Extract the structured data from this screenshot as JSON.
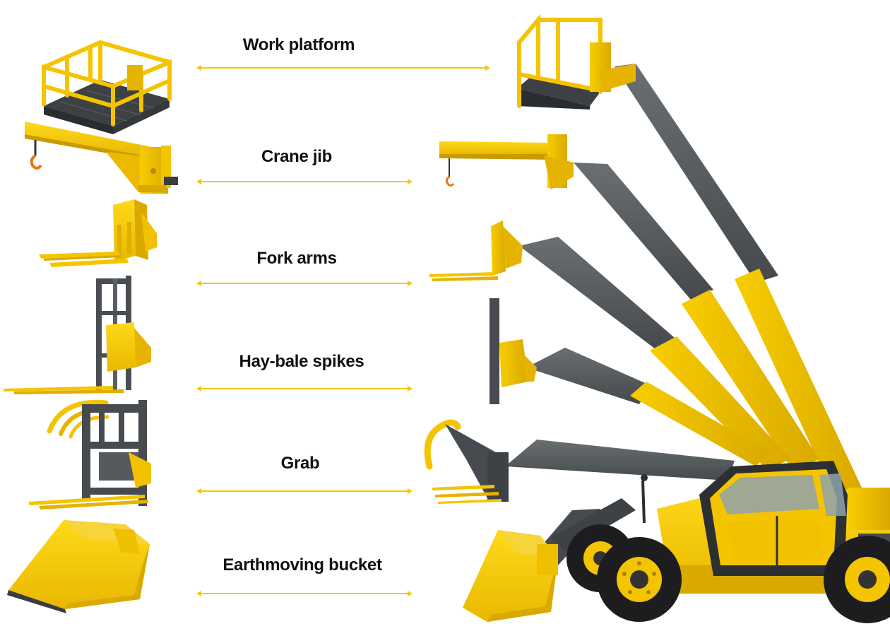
{
  "attachments": [
    {
      "id": "work-platform",
      "label": "Work platform"
    },
    {
      "id": "crane-jib",
      "label": "Crane jib"
    },
    {
      "id": "fork-arms",
      "label": "Fork arms"
    },
    {
      "id": "hay-bale-spikes",
      "label": "Hay-bale spikes"
    },
    {
      "id": "grab",
      "label": "Grab"
    },
    {
      "id": "earthmoving-bucket",
      "label": "Earthmoving bucket"
    }
  ],
  "colors": {
    "machine_yellow": "#f5c400",
    "boom_grey": "#555a5e",
    "dark_steel": "#3a3d40",
    "tyre_black": "#1d1d1f",
    "leader_line": "#f5c800",
    "label_text": "#111111",
    "background": "#ffffff"
  }
}
